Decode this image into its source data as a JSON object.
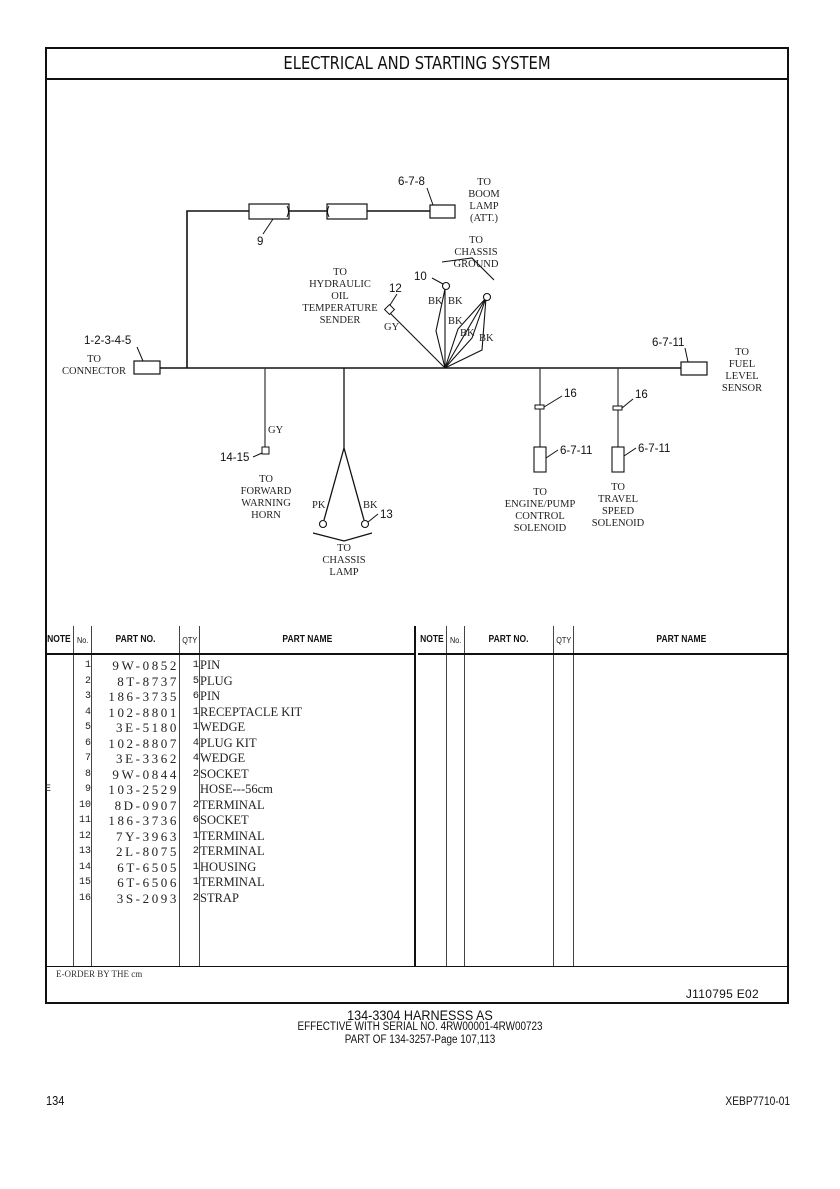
{
  "page": {
    "title": "ELECTRICAL AND STARTING SYSTEM",
    "page_number": "134",
    "document_code": "XEBP7710-01"
  },
  "diagram": {
    "callouts": {
      "c1_5": "1-2-3-4-5",
      "c6_7_8": "6-7-8",
      "c9": "9",
      "c10": "10",
      "c12": "12",
      "c13": "13",
      "c14_15": "14-15",
      "c16a": "16",
      "c16b": "16",
      "c6_7_11_fuel": "6-7-11",
      "c6_7_11_engine": "6-7-11",
      "c6_7_11_travel": "6-7-11"
    },
    "wire_colors": {
      "gy_sender": "GY",
      "gy_horn": "GY",
      "pk": "PK",
      "bk_lamp": "BK",
      "bk1": "BK",
      "bk2": "BK",
      "bk3": "BK",
      "bk4": "BK",
      "bk5": "BK"
    },
    "destinations": {
      "connector": [
        "TO",
        "CONNECTOR"
      ],
      "boom_lamp": [
        "TO",
        "BOOM",
        "LAMP",
        "(ATT.)"
      ],
      "chassis_ground": [
        "TO",
        "CHASSIS",
        "GROUND"
      ],
      "hydraulic_sender": [
        "TO",
        "HYDRAULIC",
        "OIL",
        "TEMPERATURE",
        "SENDER"
      ],
      "fuel_level": [
        "TO",
        "FUEL",
        "LEVEL",
        "SENSOR"
      ],
      "warning_horn": [
        "TO",
        "FORWARD",
        "WARNING",
        "HORN"
      ],
      "chassis_lamp": [
        "TO",
        "CHASSIS",
        "LAMP"
      ],
      "engine_pump": [
        "TO",
        "ENGINE/PUMP",
        "CONTROL",
        "SOLENOID"
      ],
      "travel_speed": [
        "TO",
        "TRAVEL",
        "SPEED",
        "SOLENOID"
      ]
    }
  },
  "table": {
    "headers": {
      "note": "NOTE",
      "no": "No.",
      "part_no": "PART NO.",
      "qty": "QTY",
      "part_name": "PART NAME"
    },
    "rows": [
      {
        "note": "",
        "no": "1",
        "part_no": "9W-0852",
        "qty": "1",
        "name": "PIN"
      },
      {
        "note": "",
        "no": "2",
        "part_no": "8T-8737",
        "qty": "5",
        "name": "PLUG"
      },
      {
        "note": "",
        "no": "3",
        "part_no": "186-3735",
        "qty": "6",
        "name": "PIN"
      },
      {
        "note": "",
        "no": "4",
        "part_no": "102-8801",
        "qty": "1",
        "name": "RECEPTACLE KIT"
      },
      {
        "note": "",
        "no": "5",
        "part_no": "3E-5180",
        "qty": "1",
        "name": "WEDGE"
      },
      {
        "note": "",
        "no": "6",
        "part_no": "102-8807",
        "qty": "4",
        "name": "PLUG KIT"
      },
      {
        "note": "",
        "no": "7",
        "part_no": "3E-3362",
        "qty": "4",
        "name": "WEDGE"
      },
      {
        "note": "",
        "no": "8",
        "part_no": "9W-0844",
        "qty": "2",
        "name": "SOCKET"
      },
      {
        "note": "E",
        "no": "9",
        "part_no": "103-2529",
        "qty": "",
        "name": "HOSE---56cm"
      },
      {
        "note": "",
        "no": "10",
        "part_no": "8D-0907",
        "qty": "2",
        "name": "TERMINAL"
      },
      {
        "note": "",
        "no": "11",
        "part_no": "186-3736",
        "qty": "6",
        "name": "SOCKET"
      },
      {
        "note": "",
        "no": "12",
        "part_no": "7Y-3963",
        "qty": "1",
        "name": "TERMINAL"
      },
      {
        "note": "",
        "no": "13",
        "part_no": "2L-8075",
        "qty": "2",
        "name": "TERMINAL"
      },
      {
        "note": "",
        "no": "14",
        "part_no": "6T-6505",
        "qty": "1",
        "name": "HOUSING"
      },
      {
        "note": "",
        "no": "15",
        "part_no": "6T-6506",
        "qty": "1",
        "name": "TERMINAL"
      },
      {
        "note": "",
        "no": "16",
        "part_no": "3S-2093",
        "qty": "2",
        "name": "STRAP"
      }
    ],
    "footnote": "E-ORDER BY THE cm",
    "drawing_code": "J110795  E02"
  },
  "caption": {
    "line1": "134-3304 HARNESSS AS",
    "line2": "EFFECTIVE WITH SERIAL NO. 4RW00001-4RW00723",
    "line3": "PART OF 134-3257-Page 107,113"
  }
}
